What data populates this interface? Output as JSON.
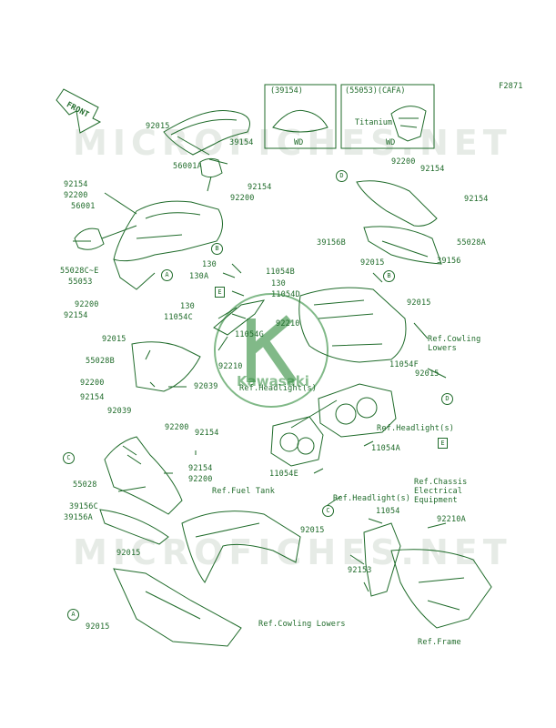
{
  "figure_code": "F2871",
  "front_label": "FRONT",
  "watermarks": [
    "MICROFICHES.NET",
    "MICROFICHES.NET"
  ],
  "logo_text": "Kawasaki",
  "insets": [
    {
      "title": "(39154)",
      "sub": "WD"
    },
    {
      "title": "(55053)(CAFA)",
      "note": "Titanium",
      "sub": "WD"
    }
  ],
  "part_labels": [
    "92015",
    "39154",
    "56001A",
    "92154",
    "92200",
    "56001",
    "92154",
    "92200",
    "92200",
    "92154",
    "92154",
    "39156B",
    "55028A",
    "39156",
    "55028C~E",
    "55053",
    "130",
    "130A",
    "11054B",
    "130",
    "11054D",
    "92015",
    "92015",
    "130",
    "11054C",
    "92210",
    "11054G",
    "92200",
    "92154",
    "92015",
    "55028B",
    "92210",
    "92200",
    "92154",
    "92039",
    "92039",
    "11054F",
    "92015",
    "92200",
    "92154",
    "11054A",
    "92154",
    "92200",
    "55028",
    "11054E",
    "39156C",
    "39156A",
    "92015",
    "11054",
    "92210A",
    "92015",
    "92153",
    "92015"
  ],
  "refs": [
    "Ref.Cowling Lowers",
    "Ref.Headlight(s)",
    "Ref.Headlight(s)",
    "Ref.Headlight(s)",
    "Ref.Chassis Electrical Equipment",
    "Ref.Fuel Tank",
    "Ref.Cowling Lowers",
    "Ref.Frame"
  ],
  "callouts": [
    "D",
    "B",
    "A",
    "B",
    "E",
    "D",
    "C",
    "C",
    "E",
    "A"
  ]
}
